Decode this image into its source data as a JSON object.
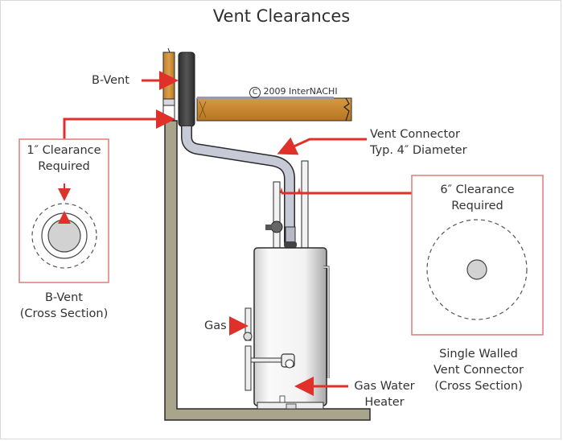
{
  "title": "Vent Clearances",
  "copyright": "2009 InterNACHI",
  "copyright_symbol": "C",
  "labels": {
    "b_vent": "B-Vent",
    "vent_connector": [
      "Vent Connector",
      "Typ. 4″ Diameter"
    ],
    "gas": "Gas",
    "gas_water_heater": [
      "Gas Water",
      "Heater"
    ]
  },
  "clearance_boxes": [
    {
      "id": "b-vent",
      "heading": [
        "1″ Clearance",
        "Required"
      ],
      "caption": [
        "B-Vent",
        "(Cross Section)"
      ],
      "clearance_inches": 1
    },
    {
      "id": "single-walled",
      "heading": [
        "6″ Clearance",
        "Required"
      ],
      "caption": [
        "Single Walled",
        "Vent Connector",
        "(Cross Section)"
      ],
      "clearance_inches": 6
    }
  ],
  "colors": {
    "arrow_red": "#e0302a",
    "box_border": "#e07a7a",
    "wood": "#c8862e",
    "wall": "#a8a58c",
    "b_vent": "#3b3b3b",
    "connector": "#c6c9d6",
    "heater": "#efefef"
  }
}
